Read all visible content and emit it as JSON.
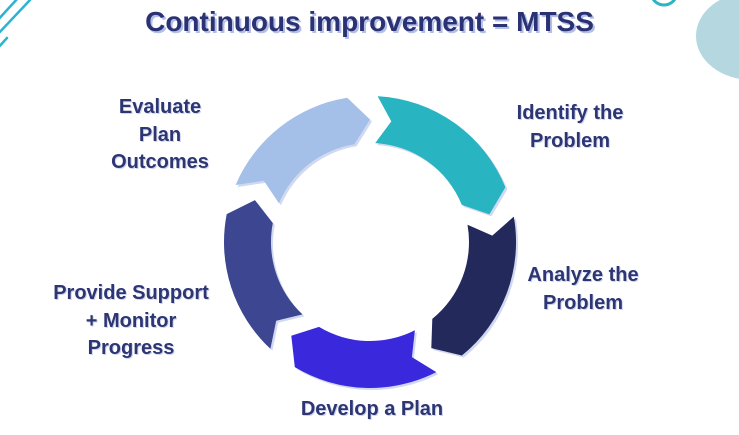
{
  "title": "Continuous improvement = MTSS",
  "colors": {
    "title_text": "#2b3274",
    "title_shadow": "#b3bfe6",
    "label_text": "#2d3673",
    "deco_line": "#2bb3d4",
    "deco_ring": "#2ab5c3",
    "deco_blob": "#b5d7e0",
    "background": "#ffffff"
  },
  "cycle": {
    "direction": "clockwise",
    "segments": [
      {
        "name": "identify-the-problem",
        "label": "Identify the\nProblem",
        "color": "#29b4c2",
        "a1": 3,
        "a2": 68
      },
      {
        "name": "analyze-the-problem",
        "label": "Analyze the\nProblem",
        "color": "#232a5b",
        "a1": 80,
        "a2": 141
      },
      {
        "name": "develop-a-plan",
        "label": "Develop a Plan",
        "color": "#3a28dd",
        "a1": 153,
        "a2": 211
      },
      {
        "name": "provide-support-monitor-progress",
        "label": "Provide Support\n+ Monitor\nProgress",
        "color": "#3d4690",
        "a1": 223,
        "a2": 281
      },
      {
        "name": "evaluate-plan-outcomes",
        "label": "Evaluate\nPlan\nOutcomes",
        "color": "#a5c0e8",
        "a1": 293,
        "a2": 351
      }
    ]
  }
}
